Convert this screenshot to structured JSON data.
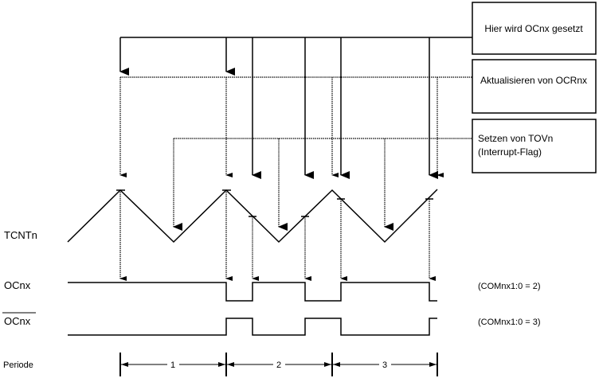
{
  "boxes": {
    "set_ocnx": "Hier wird OCnx gesetzt",
    "update_ocrnx": "Aktualisieren von OCRnx",
    "set_tovn_line1": "Setzen von TOVn",
    "set_tovn_line2": "(Interrupt-Flag)"
  },
  "signals": {
    "tcntn": "TCNTn",
    "ocnx": "OCnx",
    "ocnx_inv": "OCnx",
    "periode": "Periode"
  },
  "modes": {
    "com2": "(COMnx1:0 = 2)",
    "com3": "(COMnx1:0 = 3)"
  },
  "periods": [
    "1",
    "2",
    "3"
  ]
}
